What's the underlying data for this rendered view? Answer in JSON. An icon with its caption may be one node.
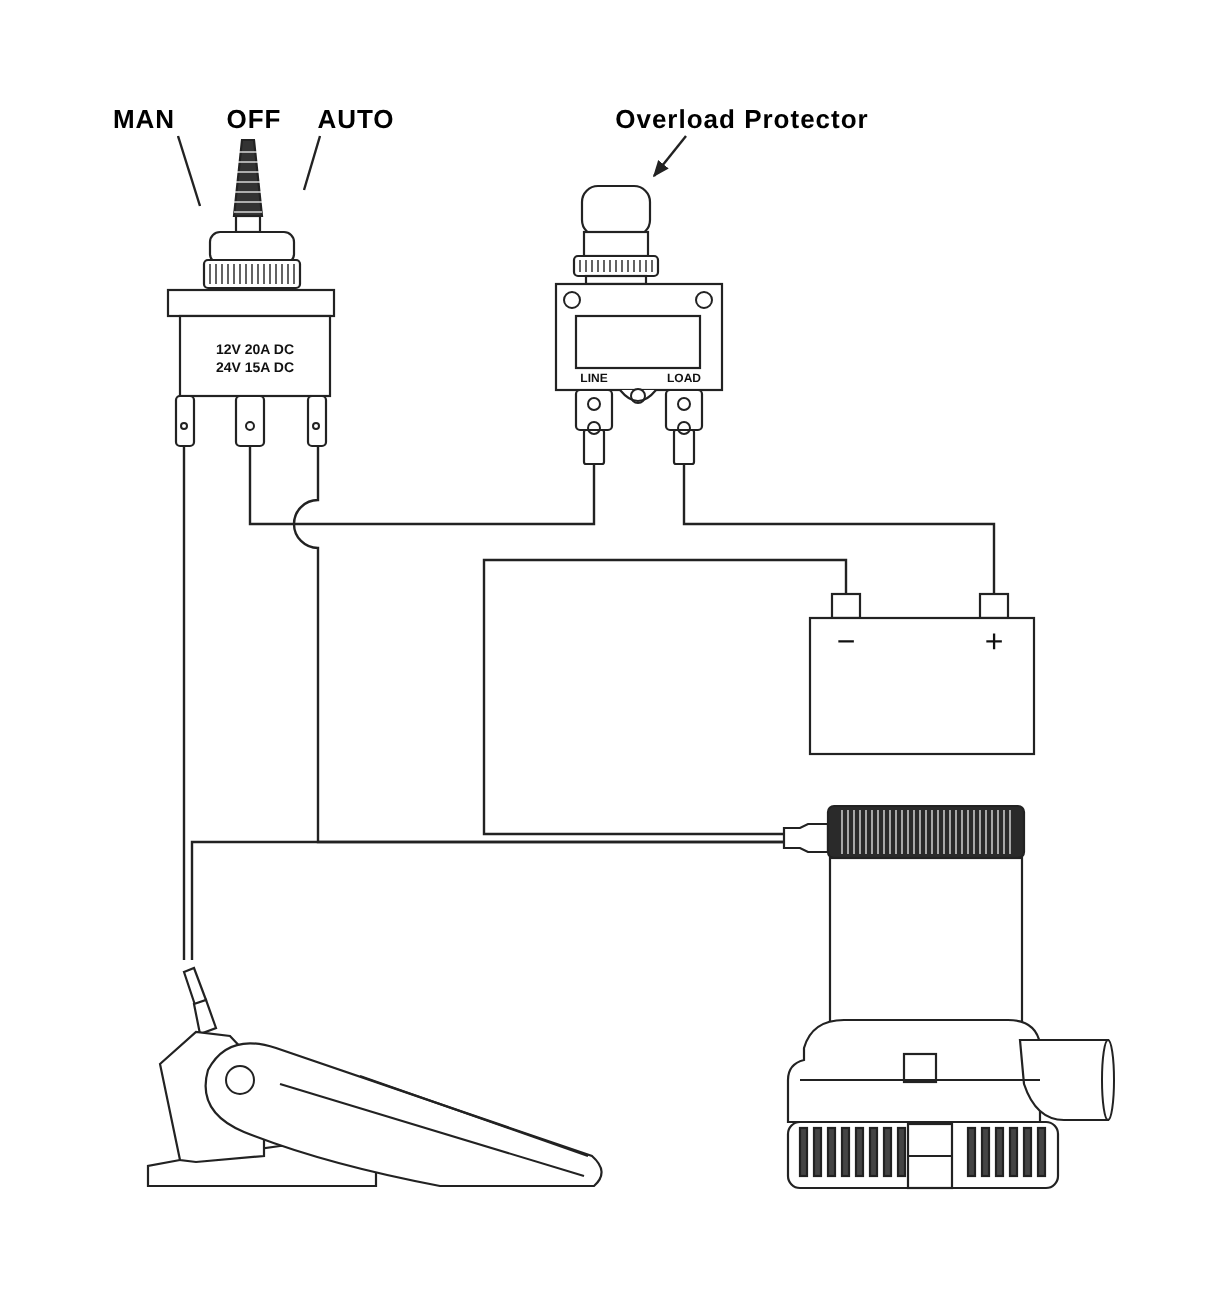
{
  "diagram": {
    "nodes": [
      {
        "text": [
          "MAN"
        ]
      },
      {
        "text": [
          "AUTO"
        ]
      },
      {
        "text": [
          "Overload Protector"
        ]
      },
      {
        "text": [
          "12V 20A DC",
          "24V 15A DC"
        ]
      },
      {
        "text": [],
        "shape": "picture",
        "beside": [
          "OFF"
        ]
      },
      {
        "text": [
          "LINE",
          "LOAD"
        ]
      },
      {
        "text": [
          "−",
          "+"
        ]
      },
      {
        "text": [],
        "shape": "picture"
      },
      {
        "text": [],
        "shape": "picture"
      }
    ],
    "edges": [
      {
        "from": 0,
        "to": 4,
        "arrow": "none"
      },
      {
        "from": 1,
        "to": 4,
        "arrow": "none"
      },
      {
        "from": 2,
        "to": 5,
        "arrow": "to"
      },
      {
        "from": 3,
        "to": 7,
        "arrow": "none"
      },
      {
        "from": 3,
        "to": 5,
        "arrow": "none"
      },
      {
        "from": 5,
        "to": 6,
        "arrow": "none"
      },
      {
        "from": 6,
        "to": 8,
        "arrow": "none"
      },
      {
        "from": 7,
        "to": 8,
        "arrow": "none"
      },
      {
        "from": 3,
        "to": 8,
        "arrow": "none"
      }
    ]
  }
}
